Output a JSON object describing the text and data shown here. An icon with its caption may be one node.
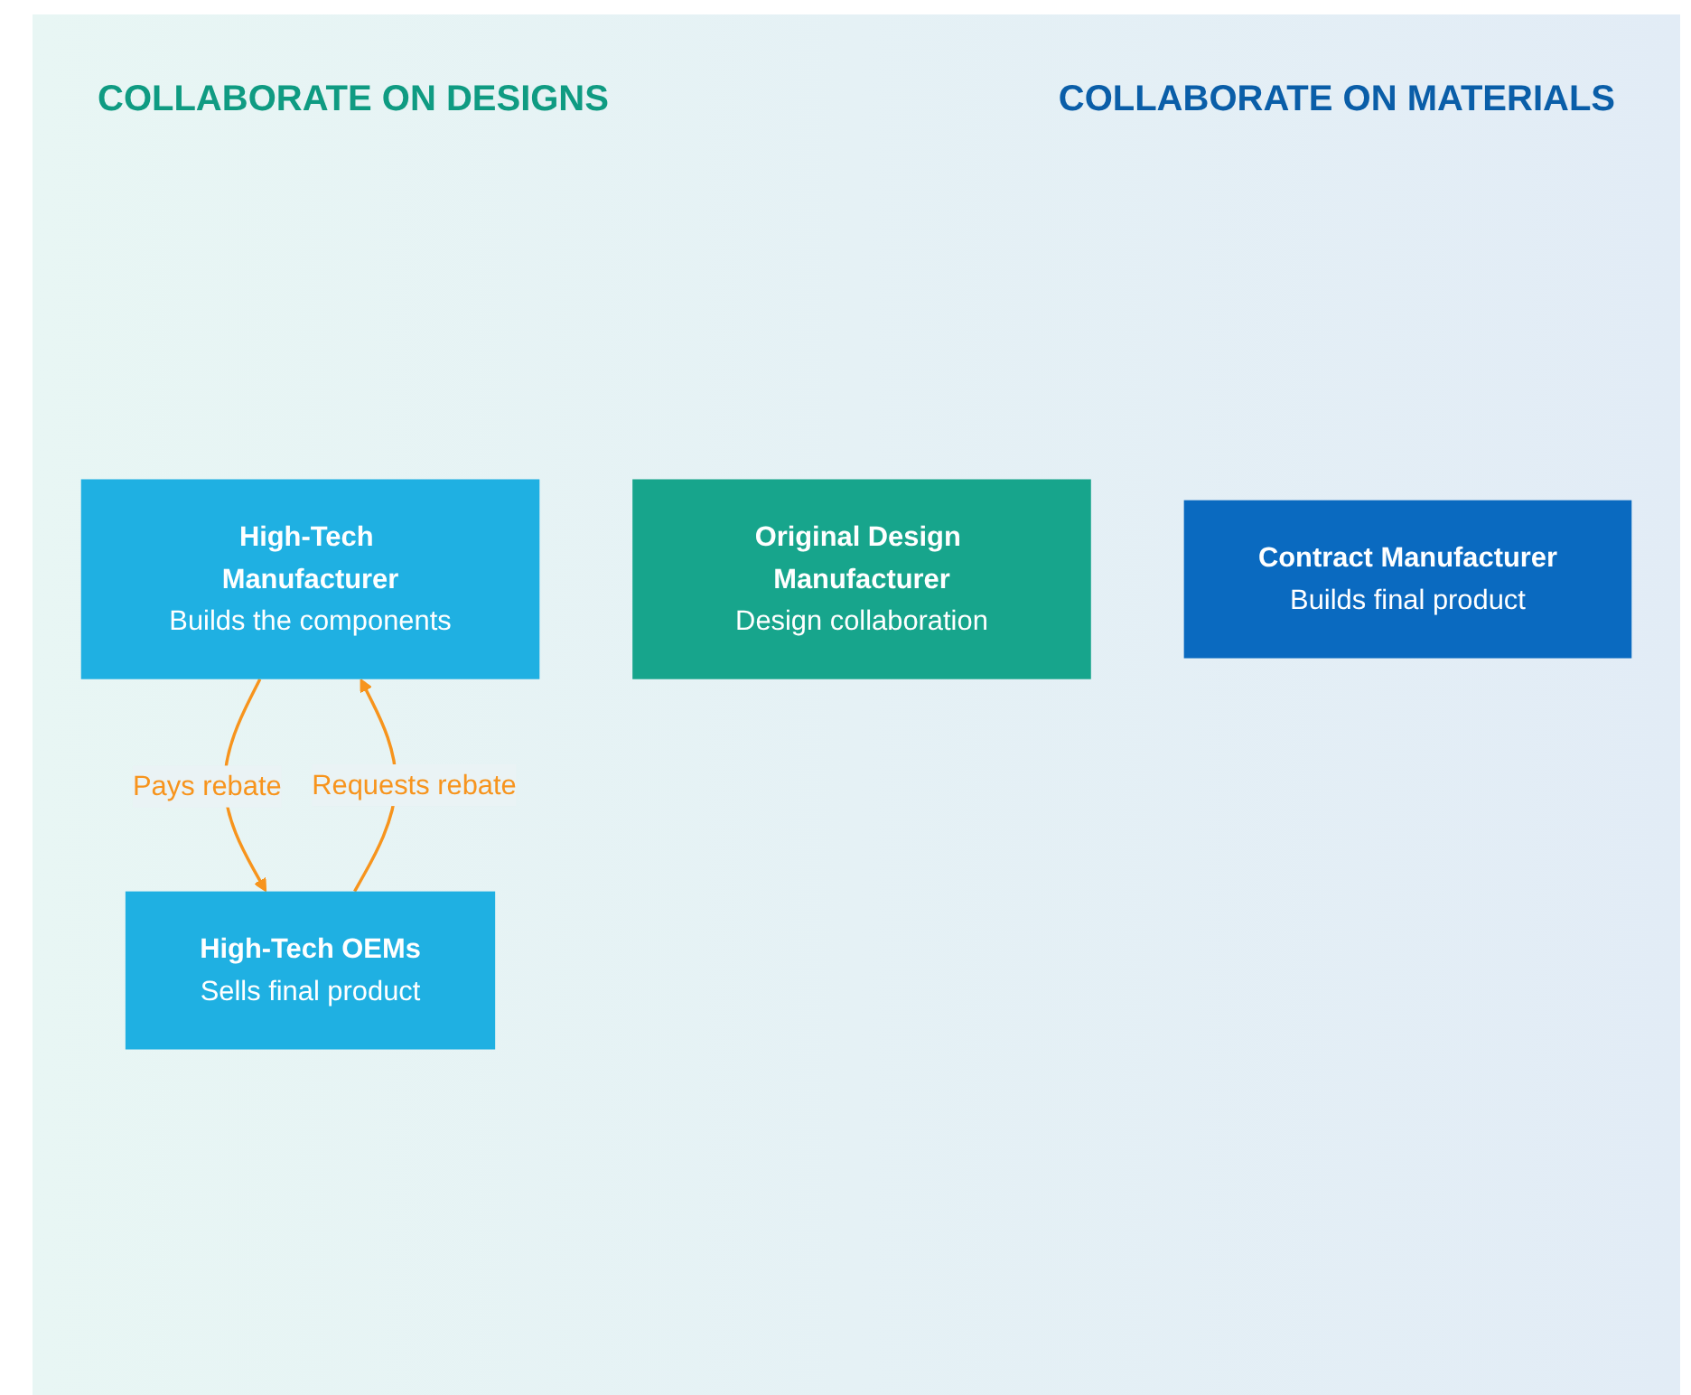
{
  "diagram": {
    "nodes": [
      {
        "text": [
          "High-Tech Manufacturer",
          "Builds the components"
        ]
      },
      {
        "text": [
          "Original Design Manufacturer",
          "Design collaboration"
        ]
      },
      {
        "text": [
          "Contract Manufacturer",
          "Builds final product"
        ]
      },
      {
        "text": [
          "High-Tech OEMs",
          "Sells final product"
        ]
      }
    ],
    "edges": [
      {
        "from": 3,
        "to": 0,
        "arrow": "to",
        "label": "Requests rebate",
        "color": "#f7941d"
      },
      {
        "from": 0,
        "to": 3,
        "arrow": "to",
        "label": "Pays rebate",
        "color": "#f7941d"
      }
    ],
    "labels": [
      "COLLABORATE ON DESIGNS",
      "COLLABORATE ON MATERIALS"
    ]
  }
}
